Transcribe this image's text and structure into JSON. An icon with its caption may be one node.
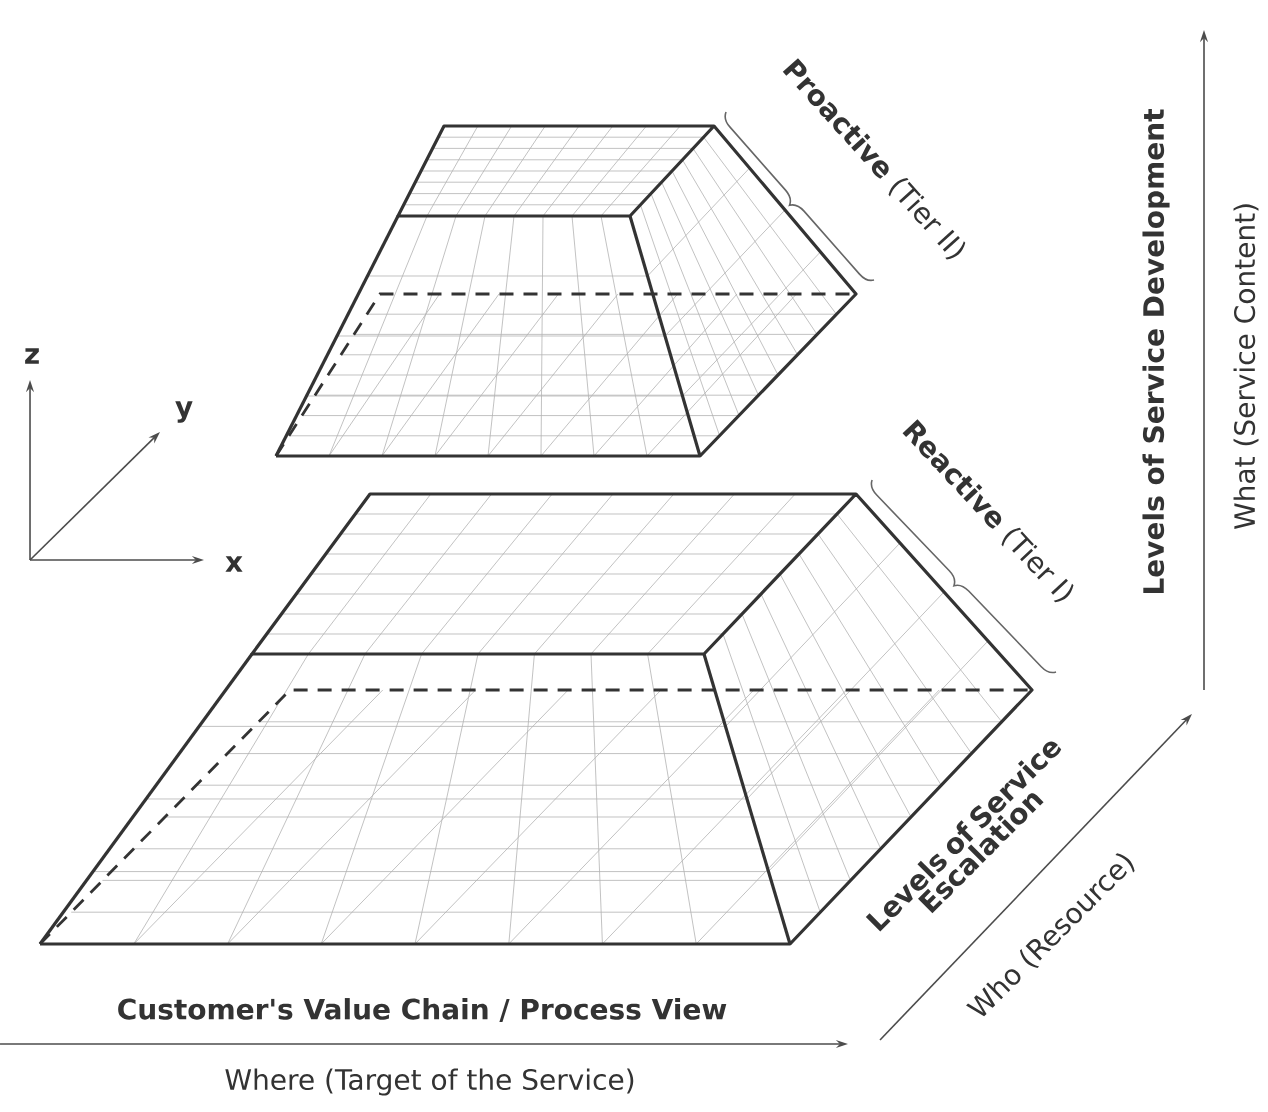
{
  "diagram": {
    "labels": [
      "z",
      "y",
      "x",
      "**Proactive** (Tier II)",
      "**Reactive** (Tier I)",
      "Levels of Service Escalation",
      "Customer's Value Chain / Process View",
      "Where (Target of the Service)",
      "Who (Resource)",
      "Levels of Service Development",
      "What (Service Content)"
    ]
  }
}
